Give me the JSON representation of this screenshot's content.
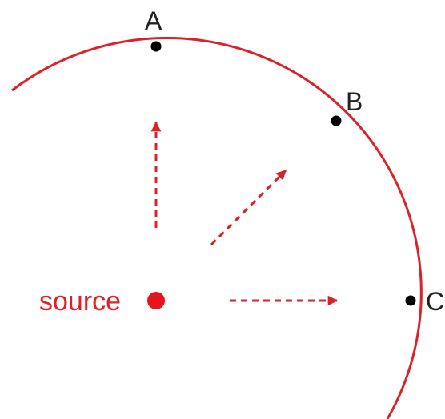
{
  "diagram": {
    "source_label": "source",
    "points": [
      {
        "id": "A",
        "label": "A"
      },
      {
        "id": "B",
        "label": "B"
      },
      {
        "id": "C",
        "label": "C"
      }
    ],
    "colors": {
      "wavefront": "#d9232a",
      "source": "#e8141c",
      "arrows": "#d9232a",
      "points": "#000000",
      "point_labels": "#222222",
      "source_label": "#e02026"
    }
  }
}
